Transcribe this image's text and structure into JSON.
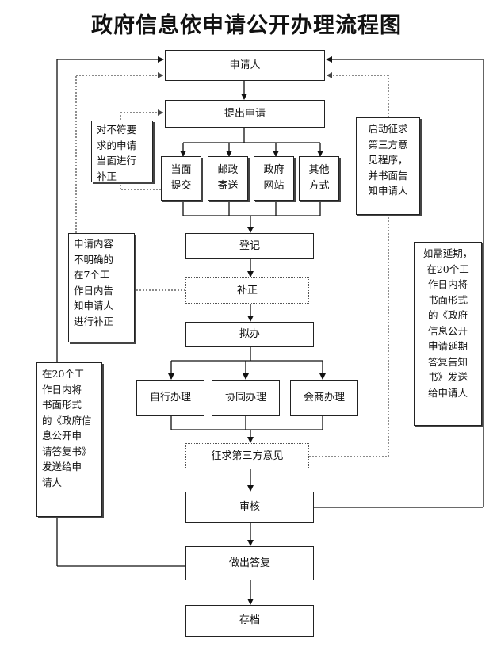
{
  "title": "政府信息依申请公开办理流程图",
  "steps": {
    "applicant": "申请人",
    "submit": "提出申请",
    "register": "登记",
    "supplement": "补正",
    "draft": "拟办",
    "consult_third_party": "征求第三方意见",
    "review": "审核",
    "reply": "做出答复",
    "archive": "存档"
  },
  "submit_methods": [
    "当面\n提交",
    "邮政\n寄送",
    "政府\n网站",
    "其他\n方式"
  ],
  "handling_methods": [
    "自行办理",
    "协同办理",
    "会商办理"
  ],
  "notes": {
    "noncompliant": "对不符要\n求的申请\n当面进行\n补正",
    "unclear": "申请内容\n不明确的\n在7个工\n作日内告\n知申请人\n进行补正",
    "third_party": "启动征求\n第三方意\n见程序，\n并书面告\n知申请人",
    "extension": "如需延期，\n在20个工\n作日内将\n书面形式\n的《政府\n信息公开\n申请延期\n答复告知\n书》发送\n给申请人",
    "reply_notice": "在20个工\n作日内将\n书面形式\n的《政府信\n息公开申\n请答复书》\n发送给申\n请人"
  }
}
